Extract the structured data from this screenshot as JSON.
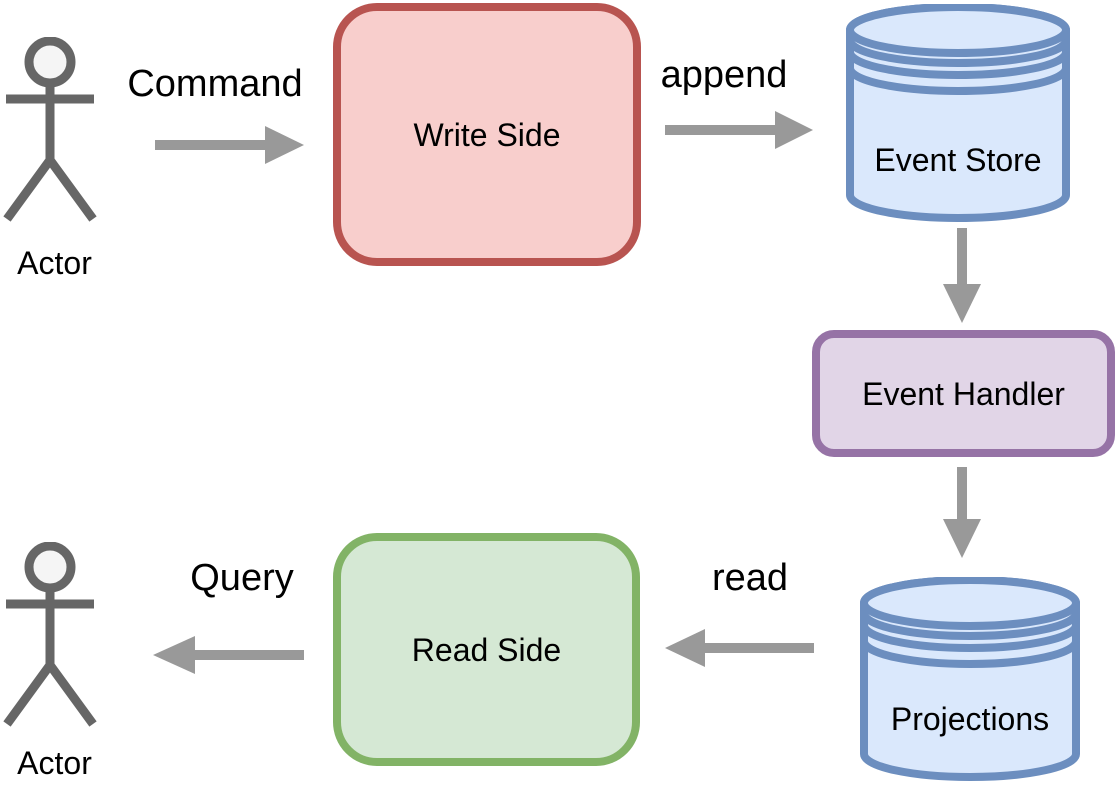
{
  "diagram": {
    "kind": "architecture-flow",
    "description": "Event sourcing / CQRS flow: actor sends command to write side, events appended to event store, handled into projections, read side queries projections for actor"
  },
  "colors": {
    "background": "#ffffff",
    "arrow": "#999999",
    "actor_stroke": "#666666",
    "actor_head_fill": "#f5f5f5",
    "label_text": "#000000"
  },
  "nodes": {
    "actor_top": {
      "label": "Actor",
      "type": "actor-stick-figure"
    },
    "write_side": {
      "label": "Write Side",
      "type": "rounded-rect",
      "fill": "#f8cecc",
      "stroke": "#b85450"
    },
    "event_store": {
      "label": "Event Store",
      "type": "database-cylinder",
      "fill": "#dae8fc",
      "stroke": "#6c8ebf"
    },
    "event_handler": {
      "label": "Event Handler",
      "type": "rounded-rect",
      "fill": "#e1d5e7",
      "stroke": "#9673a6"
    },
    "projections": {
      "label": "Projections",
      "type": "database-cylinder",
      "fill": "#dae8fc",
      "stroke": "#6c8ebf"
    },
    "read_side": {
      "label": "Read Side",
      "type": "rounded-rect",
      "fill": "#d5e8d4",
      "stroke": "#82b366"
    },
    "actor_bottom": {
      "label": "Actor",
      "type": "actor-stick-figure"
    }
  },
  "edges": [
    {
      "id": "command",
      "label": "Command",
      "from": "actor_top",
      "to": "write_side",
      "direction": "right"
    },
    {
      "id": "append",
      "label": "append",
      "from": "write_side",
      "to": "event_store",
      "direction": "right"
    },
    {
      "id": "store-to-handler",
      "label": "",
      "from": "event_store",
      "to": "event_handler",
      "direction": "down"
    },
    {
      "id": "handler-to-projections",
      "label": "",
      "from": "event_handler",
      "to": "projections",
      "direction": "down"
    },
    {
      "id": "read",
      "label": "read",
      "from": "projections",
      "to": "read_side",
      "direction": "left"
    },
    {
      "id": "query",
      "label": "Query",
      "from": "read_side",
      "to": "actor_bottom",
      "direction": "left"
    }
  ]
}
